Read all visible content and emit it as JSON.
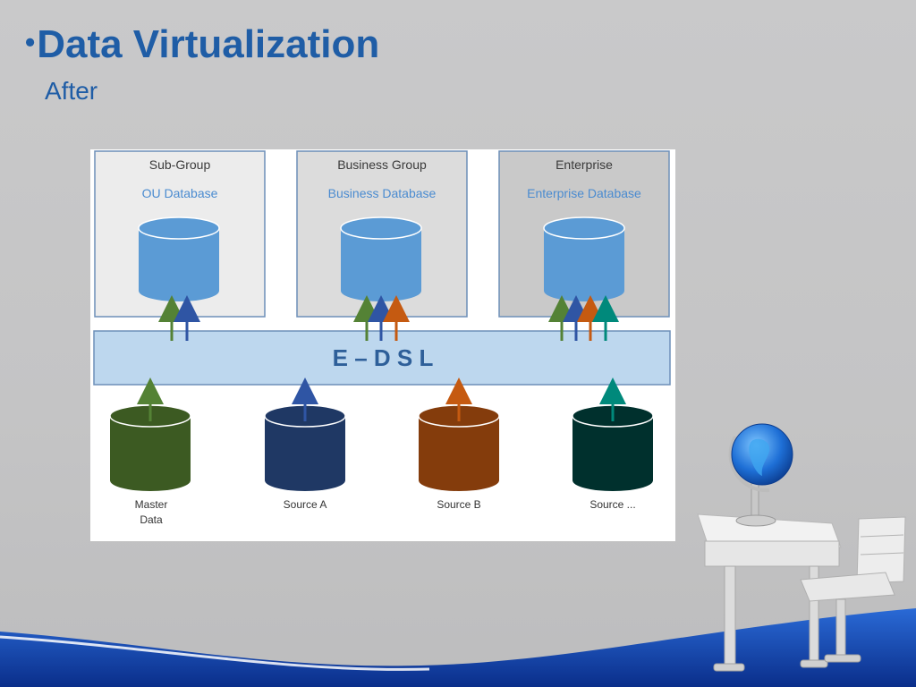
{
  "slide": {
    "bullet": "•",
    "title": "Data Virtualization",
    "subtitle": "After"
  },
  "diagram": {
    "groups": [
      {
        "title": "Sub-Group",
        "database": "OU Database"
      },
      {
        "title": "Business Group",
        "database": "Business Database"
      },
      {
        "title": "Enterprise",
        "database": "Enterprise Database"
      }
    ],
    "layer_label": "E – D S L",
    "sources": [
      {
        "label_line1": "Master",
        "label_line2": "Data",
        "color": "#3c5a22"
      },
      {
        "label_line1": "Source A",
        "label_line2": "",
        "color": "#1f3864"
      },
      {
        "label_line1": "Source B",
        "label_line2": "",
        "color": "#843c0c"
      },
      {
        "label_line1": "Source ...",
        "label_line2": "",
        "color": "#00302d"
      }
    ],
    "arrow_colors": {
      "green": "#548235",
      "blue": "#2f55a4",
      "orange": "#c55a11",
      "teal": "#00897b"
    }
  },
  "colors": {
    "title": "#1f5da6",
    "cylinder": "#5b9bd5",
    "layer_fill": "#bdd7ee",
    "box_stroke": "#6d8fb8"
  }
}
